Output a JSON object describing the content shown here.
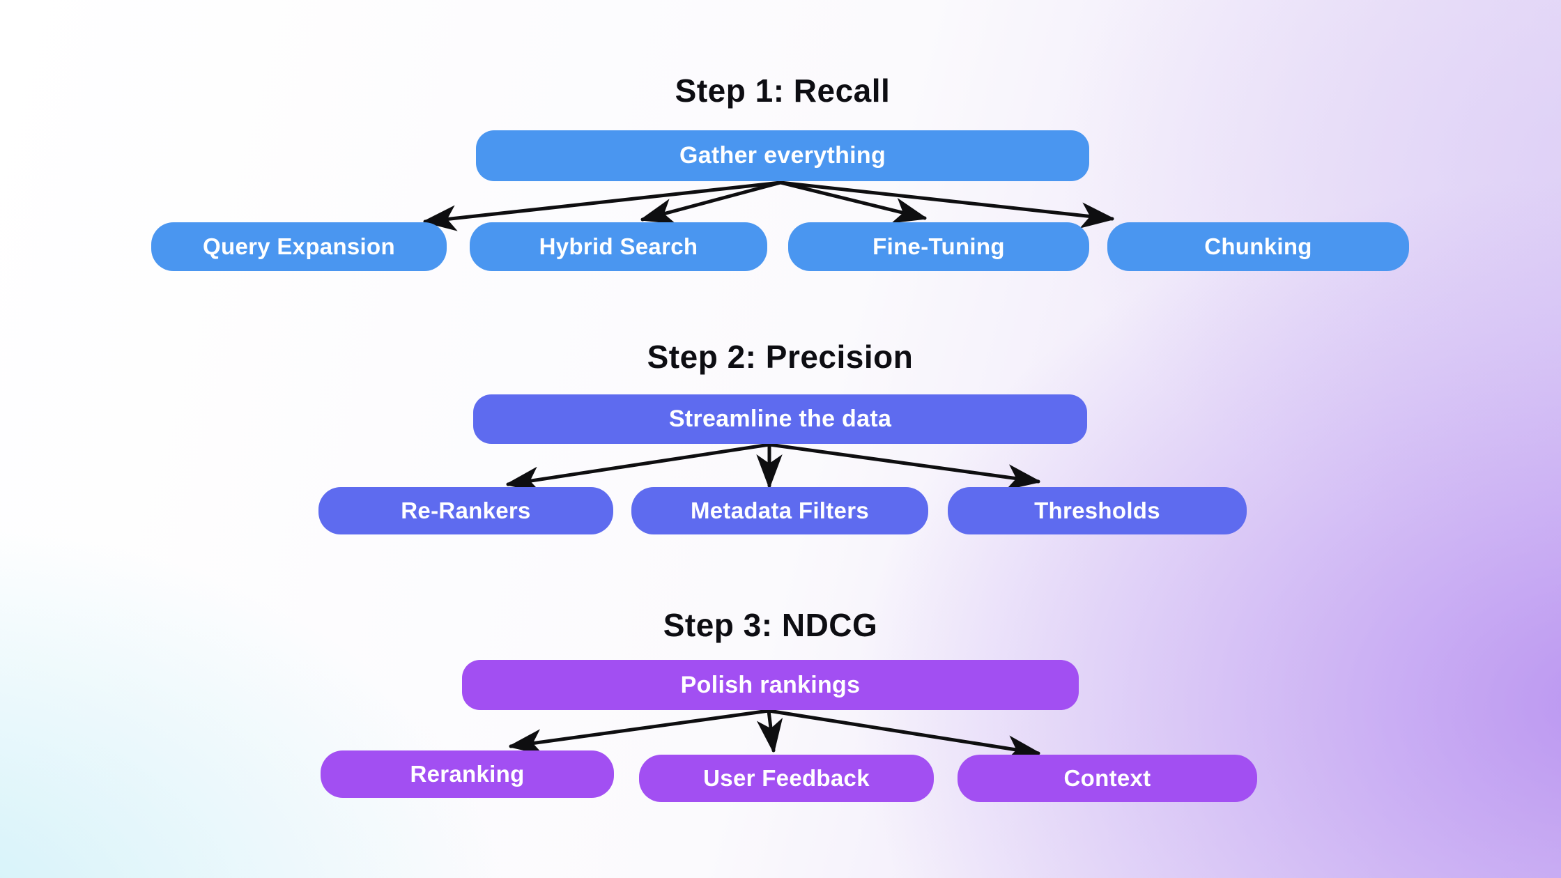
{
  "theme": {
    "s1-color": "#4a96f0",
    "s2-color": "#5e6bef",
    "s3-color": "#a24ff2",
    "arrow-color": "#0e0e10",
    "title-color": "#0d0d12"
  },
  "sections": [
    {
      "title": "Step 1: Recall",
      "parent": {
        "label": "Gather everything"
      },
      "children": [
        {
          "label": "Query Expansion"
        },
        {
          "label": "Hybrid Search"
        },
        {
          "label": "Fine-Tuning"
        },
        {
          "label": "Chunking"
        }
      ]
    },
    {
      "title": "Step 2: Precision",
      "parent": {
        "label": "Streamline the data"
      },
      "children": [
        {
          "label": "Re-Rankers"
        },
        {
          "label": "Metadata Filters"
        },
        {
          "label": "Thresholds"
        }
      ]
    },
    {
      "title": "Step 3: NDCG",
      "parent": {
        "label": "Polish rankings"
      },
      "children": [
        {
          "label": "Reranking"
        },
        {
          "label": "User Feedback"
        },
        {
          "label": "Context"
        }
      ]
    }
  ]
}
